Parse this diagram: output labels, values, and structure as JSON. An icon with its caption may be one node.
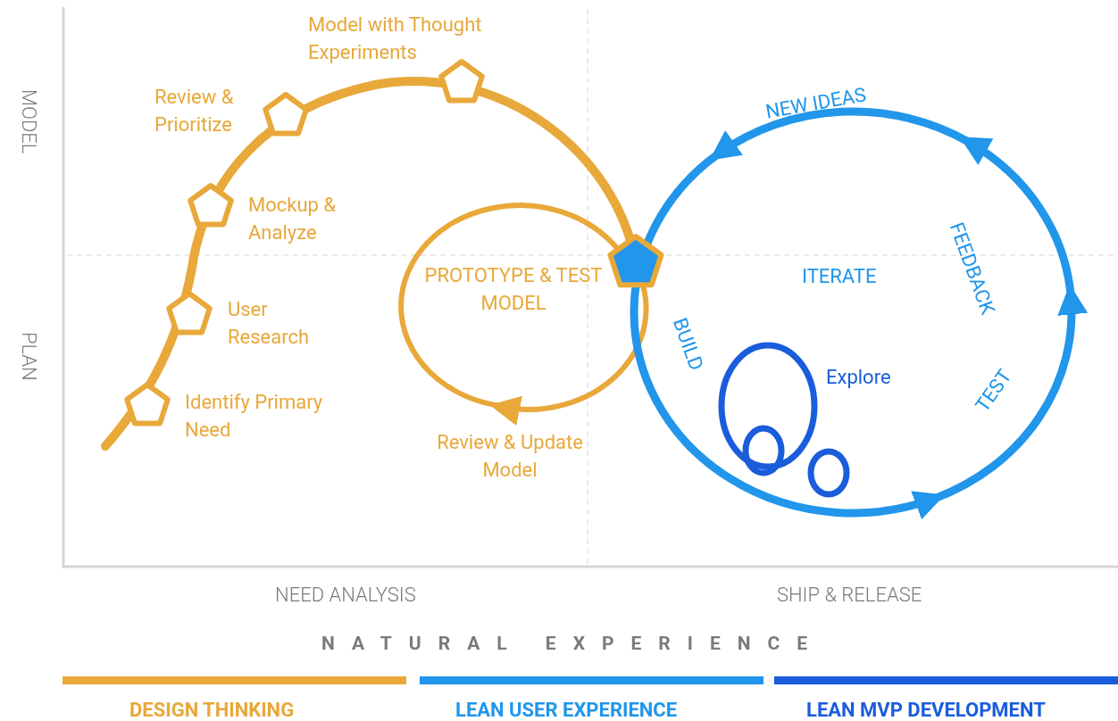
{
  "diagram": {
    "labels": [
      "Model with Thought Experiments",
      "Review & Prioritize",
      "MODEL",
      "NEW IDEAS",
      "FEEDBACK",
      "Mockup & Analyze",
      "PROTOTYPE & TEST MODEL",
      "ITERATE",
      "User Research",
      "PLAN",
      "BUILD",
      "Explore",
      "Identify Primary Need",
      "TEST",
      "Review & Update Model",
      "NEED ANALYSIS",
      "SHIP & RELEASE",
      "NATURAL EXPERIENCE"
    ],
    "legend": [
      {
        "text": "DESIGN THINKING",
        "color": "#e8a83a"
      },
      {
        "text": "LEAN USER EXPERIENCE",
        "color": "#2196ea"
      },
      {
        "text": "LEAN MVP DEVELOPMENT",
        "color": "#1a5ddb"
      }
    ]
  }
}
